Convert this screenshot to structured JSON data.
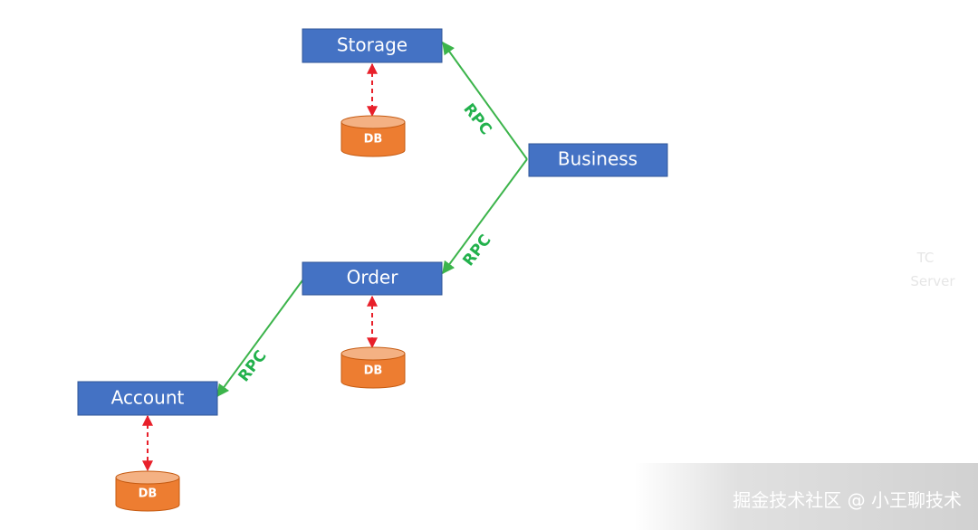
{
  "nodes": {
    "storage": "Storage",
    "business": "Business",
    "order": "Order",
    "account": "Account"
  },
  "db_label": "DB",
  "rpc_label": "RPC",
  "faint_text": [
    "TC",
    "Server"
  ],
  "watermark": "掘金技术社区 @ 小王聊技术",
  "colors": {
    "service_box": "#4472c4",
    "database": "#ed7d31",
    "rpc_arrow": "#3cb44b",
    "db_link": "#e8202a"
  }
}
